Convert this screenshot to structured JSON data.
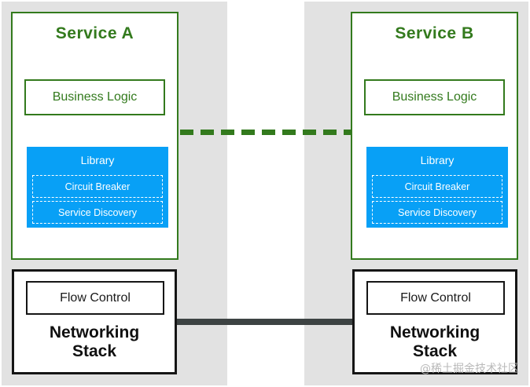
{
  "colors": {
    "green": "#337a1d",
    "blue": "#08a0f6",
    "dark": "#3d4343",
    "lane": "#e2e2e2",
    "watermark": "#b9b9b9"
  },
  "services": [
    {
      "title": "Service A",
      "business_logic": "Business Logic",
      "library": {
        "label": "Library",
        "items": [
          "Circuit Breaker",
          "Service Discovery"
        ]
      },
      "networking": {
        "flow_control": "Flow Control",
        "label": "Networking Stack"
      }
    },
    {
      "title": "Service B",
      "business_logic": "Business Logic",
      "library": {
        "label": "Library",
        "items": [
          "Circuit Breaker",
          "Service Discovery"
        ]
      },
      "networking": {
        "flow_control": "Flow Control",
        "label": "Networking Stack"
      }
    }
  ],
  "watermark": "@稀土掘金技术社区"
}
